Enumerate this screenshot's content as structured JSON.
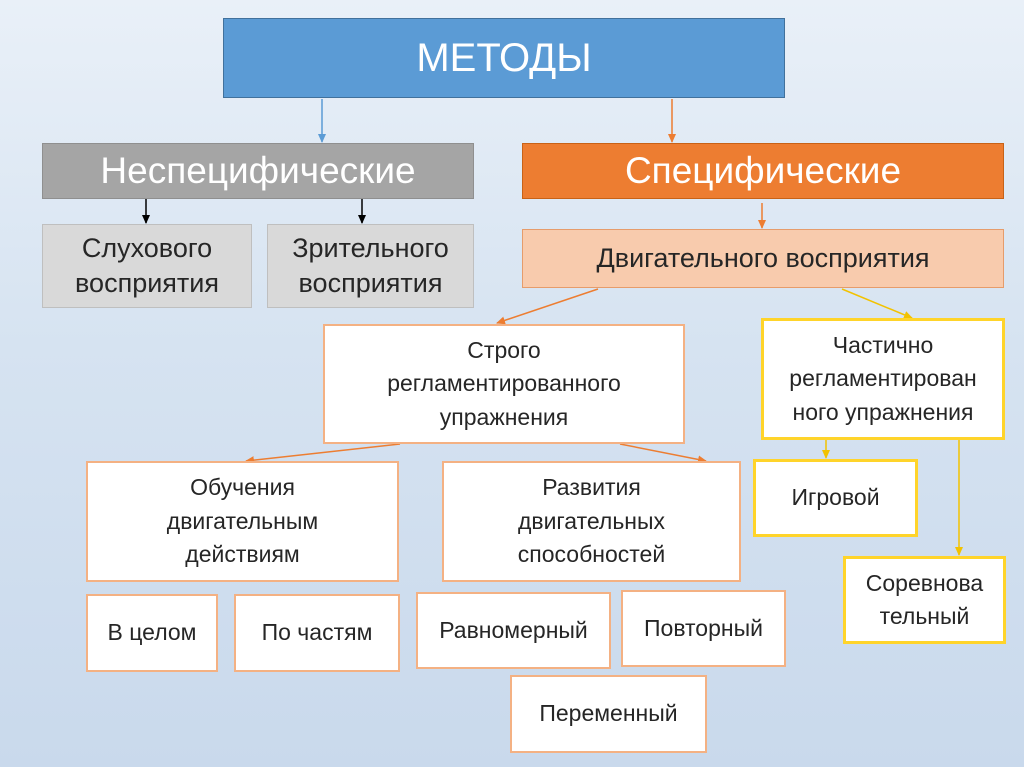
{
  "diagram": {
    "root": "МЕТОДЫ",
    "nonspecific": {
      "title": "Неспецифические",
      "auditory": "Слухового восприятия",
      "visual": "Зрительного восприятия"
    },
    "specific": {
      "title": "Специфические",
      "motor": "Двигательного восприятия",
      "strict": "Строго регламентированного упражнения",
      "partial": "Частично регламентирован ного упражнения",
      "teaching": "Обучения двигательным действиям",
      "development": "Развития двигательных способностей",
      "whole": "В целом",
      "parts": "По частям",
      "uniform": "Равномерный",
      "repeated": "Повторный",
      "variable": "Переменный",
      "game": "Игровой",
      "competitive": "Соревнова тельный"
    }
  },
  "colors": {
    "blue": "#5b9bd5",
    "grey": "#a5a5a5",
    "orange": "#ed7d31",
    "peach": "#f8cbad",
    "yellow": "#ffd42a"
  }
}
